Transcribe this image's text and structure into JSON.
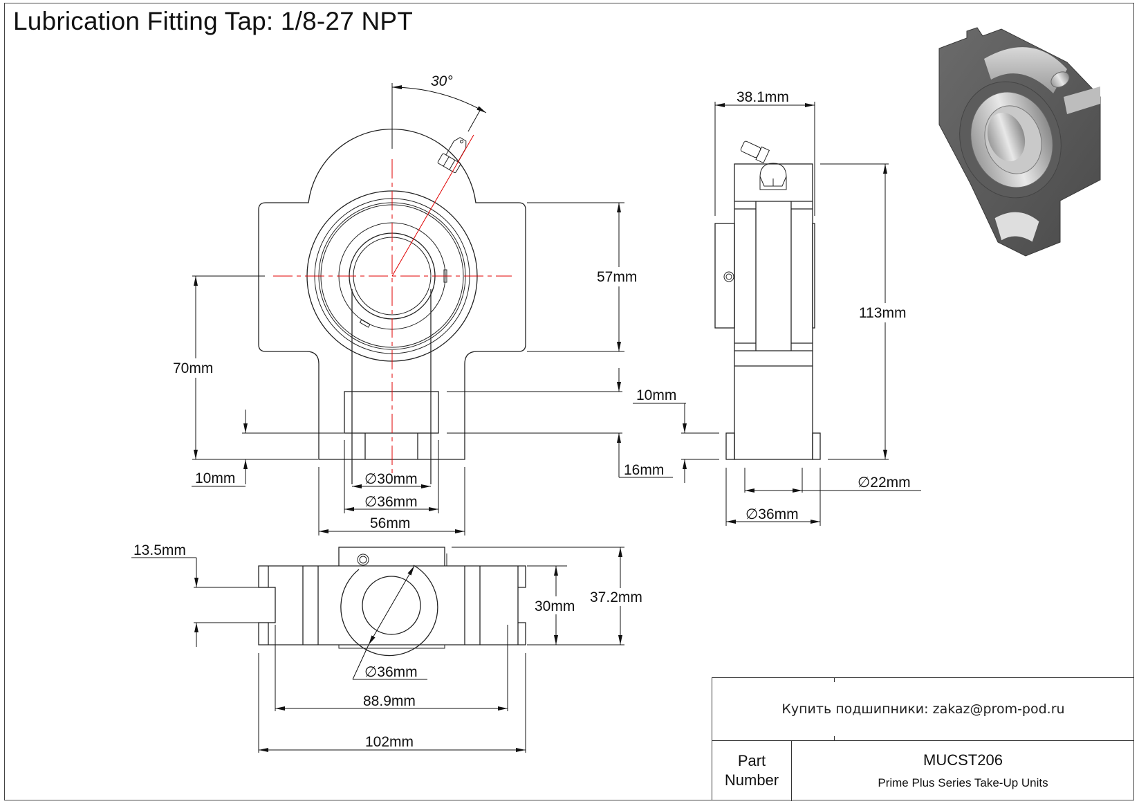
{
  "title": "Lubrication Fitting Tap: 1/8-27 NPT",
  "views": {
    "front": {
      "angle_label": "30°",
      "dimensions": {
        "height_upper": "57mm",
        "center_height": "70mm",
        "boss_height": "10mm",
        "base_offset_left": "10mm",
        "base_height": "16mm",
        "bore_inner": "30mm",
        "bore_outer": "36mm",
        "stem_width": "56mm"
      }
    },
    "side": {
      "dimensions": {
        "width": "38.1mm",
        "total_height": "113mm",
        "foot_inner": "22mm",
        "foot_outer": "36mm"
      }
    },
    "top": {
      "dimensions": {
        "slot_width": "13.5mm",
        "inner_width": "30mm",
        "total_depth": "37.2mm",
        "collar_diameter": "36mm",
        "slot_span": "88.9mm",
        "overall_length": "102mm"
      }
    },
    "diameter_symbol": "∅"
  },
  "colors": {
    "centerline": "#e00000",
    "line": "#222222"
  },
  "title_block": {
    "buy_text": "Купить подшипники: zakaz@prom-pod.ru",
    "part_label_line1": "Part",
    "part_label_line2": "Number",
    "part_number": "MUCST206",
    "series": "Prime Plus Series Take-Up Units"
  }
}
